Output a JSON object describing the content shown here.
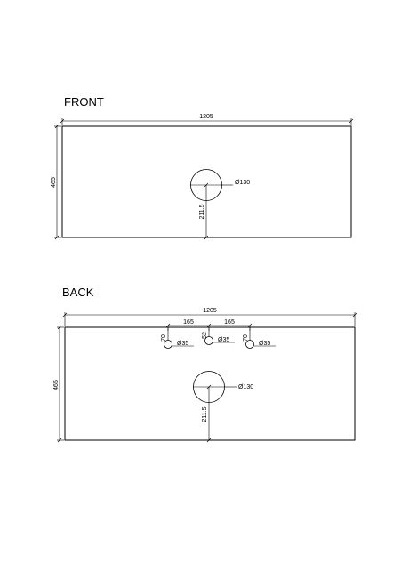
{
  "front": {
    "title": "FRONT",
    "width_label": "1205",
    "height_label": "465",
    "hole_diameter_label": "Ø130",
    "hole_offset_label": "211.5"
  },
  "back": {
    "title": "BACK",
    "width_label": "1205",
    "height_label": "465",
    "spacing_left_label": "165",
    "spacing_right_label": "165",
    "small_hole_offset_left_label": "70",
    "small_hole_offset_mid_label": "52",
    "small_hole_offset_right_label": "70",
    "small_hole_diameter_left_label": "Ø35",
    "small_hole_diameter_mid_label": "Ø35",
    "small_hole_diameter_right_label": "Ø35",
    "hole_diameter_label": "Ø130",
    "hole_offset_label": "211.5"
  }
}
